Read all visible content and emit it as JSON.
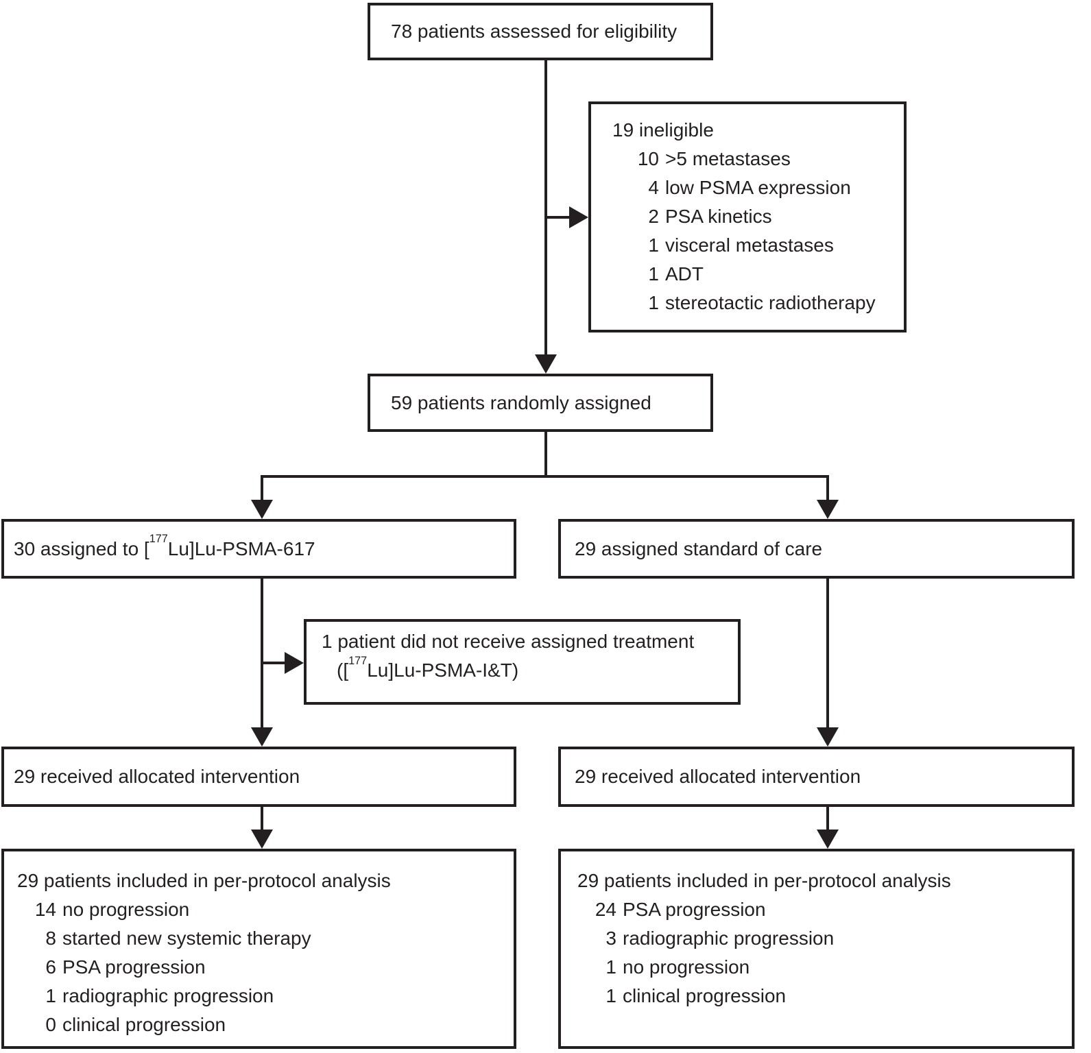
{
  "colors": {
    "ink": "#231f20",
    "background": "#ffffff"
  },
  "boxes": {
    "eligibility": {
      "text": "78 patients assessed for eligibility"
    },
    "ineligible": {
      "header": "19 ineligible",
      "items": [
        {
          "n": "10",
          "label": ">5 metastases"
        },
        {
          "n": "4",
          "label": "low PSMA expression"
        },
        {
          "n": "2",
          "label": "PSA kinetics"
        },
        {
          "n": "1",
          "label": "visceral metastases"
        },
        {
          "n": "1",
          "label": "ADT"
        },
        {
          "n": "1",
          "label": "stereotactic radiotherapy"
        }
      ]
    },
    "randomized": {
      "text": "59 patients randomly assigned"
    },
    "assign_left": {
      "prefix": "30 assigned to [",
      "isotope": "177",
      "suffix": "Lu]Lu-PSMA-617"
    },
    "assign_right": {
      "text": "29 assigned standard of care"
    },
    "not_received": {
      "line1": "1 patient did not receive assigned treatment",
      "line2_prefix": "([",
      "isotope": "177",
      "line2_suffix": "Lu]Lu-PSMA-I&T)"
    },
    "received_left": {
      "text": "29 received allocated intervention"
    },
    "received_right": {
      "text": "29 received allocated intervention"
    },
    "pp_left": {
      "header": "29 patients included in per-protocol analysis",
      "items": [
        {
          "n": "14",
          "label": "no progression"
        },
        {
          "n": "8",
          "label": "started new systemic therapy"
        },
        {
          "n": "6",
          "label": "PSA progression"
        },
        {
          "n": "1",
          "label": "radiographic progression"
        },
        {
          "n": "0",
          "label": "clinical progression"
        }
      ]
    },
    "pp_right": {
      "header": "29 patients included in per-protocol analysis",
      "items": [
        {
          "n": "24",
          "label": "PSA progression"
        },
        {
          "n": "3",
          "label": "radiographic progression"
        },
        {
          "n": "1",
          "label": "no progression"
        },
        {
          "n": "1",
          "label": "clinical progression"
        }
      ]
    }
  }
}
